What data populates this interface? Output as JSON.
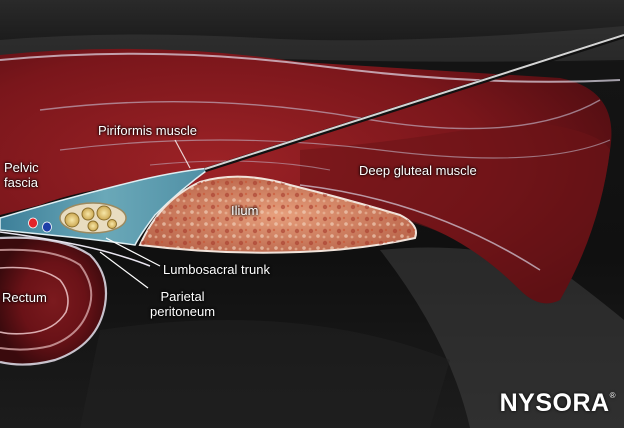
{
  "labels": {
    "piriformis": "Piriformis muscle",
    "pelvic_fascia_1": "Pelvic",
    "pelvic_fascia_2": "fascia",
    "deep_gluteal": "Deep gluteal muscle",
    "ilium": "Ilium",
    "lumbosacral": "Lumbosacral trunk",
    "rectum": "Rectum",
    "parietal_1": "Parietal",
    "parietal_2": "peritoneum"
  },
  "logo": {
    "text": "NYSORA",
    "mark": "®"
  },
  "colors": {
    "muscle": "#8a1b1f",
    "muscle_dark": "#5e0f14",
    "fascia": "#5f9fb0",
    "bone": "#d58a6a",
    "ultrasound_bg": "#161616"
  },
  "icons": [
    "needle-icon",
    "artery-icon",
    "vein-icon",
    "nerve-bundle-icon"
  ]
}
